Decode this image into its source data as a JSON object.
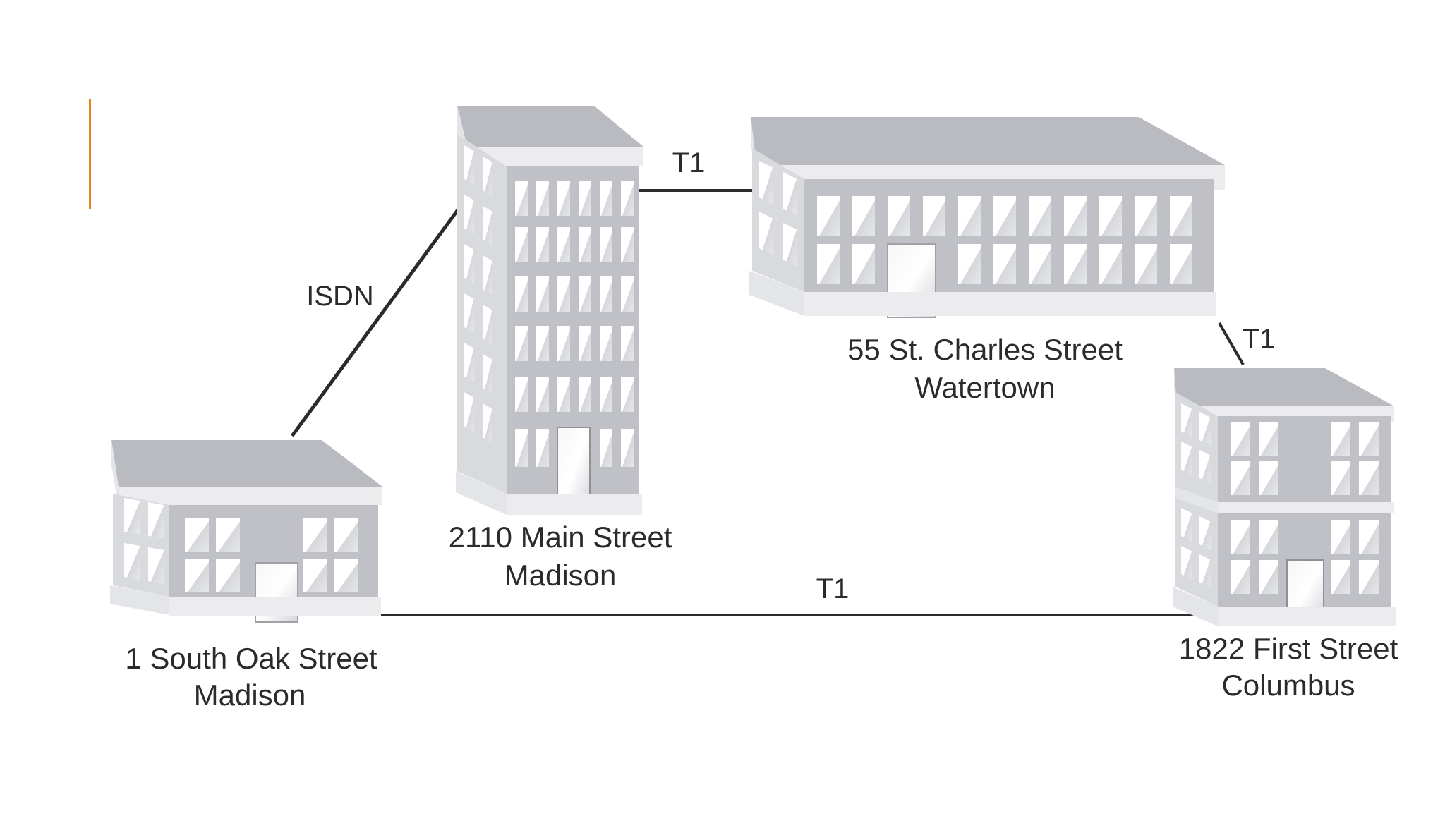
{
  "colors": {
    "background": "#ffffff",
    "accent_bar": "#e8821e",
    "line": "#2b2b2b",
    "building_face": "#bfc1c7",
    "building_side": "#d9dade",
    "building_roof": "#b9bbc1",
    "building_trim": "#ececee",
    "window": "#ffffff",
    "window_shade": "#d8d9dd"
  },
  "sites": [
    {
      "id": "south-oak",
      "address": "1 South Oak Street",
      "city": "Madison",
      "icon": "building-icon"
    },
    {
      "id": "main-street",
      "address": "2110 Main Street",
      "city": "Madison",
      "icon": "building-icon"
    },
    {
      "id": "st-charles",
      "address": "55 St. Charles Street",
      "city": "Watertown",
      "icon": "building-icon"
    },
    {
      "id": "first-street",
      "address": "1822 First Street",
      "city": "Columbus",
      "icon": "building-icon"
    }
  ],
  "links": [
    {
      "from": "south-oak",
      "to": "main-street",
      "label": "ISDN"
    },
    {
      "from": "main-street",
      "to": "st-charles",
      "label": "T1"
    },
    {
      "from": "st-charles",
      "to": "first-street",
      "label": "T1"
    },
    {
      "from": "south-oak",
      "to": "first-street",
      "label": "T1"
    }
  ]
}
